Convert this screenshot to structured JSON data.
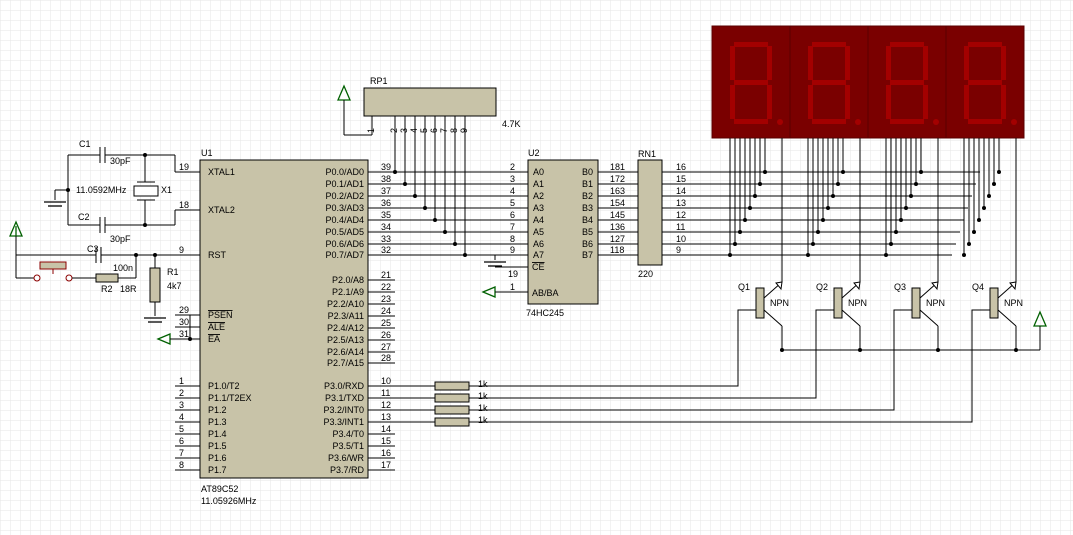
{
  "u1": {
    "ref": "U1",
    "part": "AT89C52",
    "freq": "11.05926MHz",
    "left_pins": [
      {
        "num": "19",
        "name": "XTAL1"
      },
      {
        "num": "18",
        "name": "XTAL2"
      },
      {
        "num": "9",
        "name": "RST"
      },
      {
        "num": "29",
        "name": "PSEN"
      },
      {
        "num": "30",
        "name": "ALE"
      },
      {
        "num": "31",
        "name": "EA"
      },
      {
        "num": "1",
        "name": "P1.0/T2"
      },
      {
        "num": "2",
        "name": "P1.1/T2EX"
      },
      {
        "num": "3",
        "name": "P1.2"
      },
      {
        "num": "4",
        "name": "P1.3"
      },
      {
        "num": "5",
        "name": "P1.4"
      },
      {
        "num": "6",
        "name": "P1.5"
      },
      {
        "num": "7",
        "name": "P1.6"
      },
      {
        "num": "8",
        "name": "P1.7"
      }
    ],
    "right_pins": [
      {
        "num": "39",
        "name": "P0.0/AD0"
      },
      {
        "num": "38",
        "name": "P0.1/AD1"
      },
      {
        "num": "37",
        "name": "P0.2/AD2"
      },
      {
        "num": "36",
        "name": "P0.3/AD3"
      },
      {
        "num": "35",
        "name": "P0.4/AD4"
      },
      {
        "num": "34",
        "name": "P0.5/AD5"
      },
      {
        "num": "33",
        "name": "P0.6/AD6"
      },
      {
        "num": "32",
        "name": "P0.7/AD7"
      },
      {
        "num": "21",
        "name": "P2.0/A8"
      },
      {
        "num": "22",
        "name": "P2.1/A9"
      },
      {
        "num": "23",
        "name": "P2.2/A10"
      },
      {
        "num": "24",
        "name": "P2.3/A11"
      },
      {
        "num": "25",
        "name": "P2.4/A12"
      },
      {
        "num": "26",
        "name": "P2.5/A13"
      },
      {
        "num": "27",
        "name": "P2.6/A14"
      },
      {
        "num": "28",
        "name": "P2.7/A15"
      },
      {
        "num": "10",
        "name": "P3.0/RXD"
      },
      {
        "num": "11",
        "name": "P3.1/TXD"
      },
      {
        "num": "12",
        "name": "P3.2/INT0"
      },
      {
        "num": "13",
        "name": "P3.3/INT1"
      },
      {
        "num": "14",
        "name": "P3.4/T0"
      },
      {
        "num": "15",
        "name": "P3.5/T1"
      },
      {
        "num": "16",
        "name": "P3.6/WR"
      },
      {
        "num": "17",
        "name": "P3.7/RD"
      }
    ]
  },
  "u2": {
    "ref": "U2",
    "part": "74HC245",
    "a_pins": [
      {
        "num": "2",
        "name": "A0"
      },
      {
        "num": "3",
        "name": "A1"
      },
      {
        "num": "4",
        "name": "A2"
      },
      {
        "num": "5",
        "name": "A3"
      },
      {
        "num": "6",
        "name": "A4"
      },
      {
        "num": "7",
        "name": "A5"
      },
      {
        "num": "8",
        "name": "A6"
      },
      {
        "num": "9",
        "name": "A7"
      }
    ],
    "b_pins": [
      {
        "num": "18",
        "name": "B0"
      },
      {
        "num": "17",
        "name": "B1"
      },
      {
        "num": "16",
        "name": "B2"
      },
      {
        "num": "15",
        "name": "B3"
      },
      {
        "num": "14",
        "name": "B4"
      },
      {
        "num": "13",
        "name": "B5"
      },
      {
        "num": "12",
        "name": "B6"
      },
      {
        "num": "11",
        "name": "B7"
      }
    ],
    "ce": {
      "num": "19",
      "name": "CE"
    },
    "dir": {
      "num": "1",
      "name": "AB/BA"
    }
  },
  "rp1": {
    "ref": "RP1",
    "value": "4.7K",
    "pins": [
      "1",
      "2",
      "3",
      "4",
      "5",
      "6",
      "7",
      "8",
      "9"
    ]
  },
  "rn1": {
    "ref": "RN1",
    "value": "220",
    "left_pins": [
      "181",
      "172",
      "163",
      "154",
      "145",
      "136",
      "127",
      "118"
    ],
    "right_pins": [
      "16",
      "15",
      "14",
      "13",
      "12",
      "11",
      "10",
      "9"
    ]
  },
  "c1": {
    "ref": "C1",
    "value": "30pF"
  },
  "c2": {
    "ref": "C2",
    "value": "30pF"
  },
  "c3": {
    "ref": "C3",
    "value": "100n"
  },
  "x1": {
    "ref": "X1",
    "value": "11.0592MHz"
  },
  "r1": {
    "ref": "R1",
    "value": "4k7"
  },
  "r2": {
    "ref": "R2",
    "value": "18R"
  },
  "port_resistor_value": "1k",
  "transistors": [
    {
      "ref": "Q1",
      "type": "NPN"
    },
    {
      "ref": "Q2",
      "type": "NPN"
    },
    {
      "ref": "Q3",
      "type": "NPN"
    },
    {
      "ref": "Q4",
      "type": "NPN"
    }
  ],
  "colors": {
    "grid": "#e6e6e6",
    "component_body": "#c8c3a8",
    "display_body": "#7a0000",
    "segment": "#a30000",
    "power_symbol": "#006000",
    "pin_marker": "#8b0000"
  }
}
